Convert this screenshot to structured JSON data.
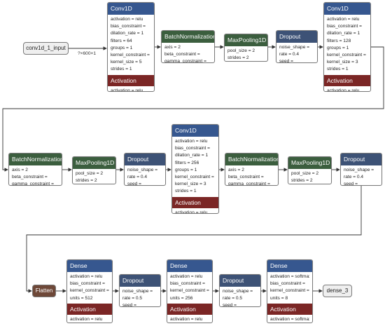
{
  "colors": {
    "conv": "#36578f",
    "dense": "#36578f",
    "dropout": "#3d5276",
    "batchnorm": "#3b5e3e",
    "pool": "#3b5e3e",
    "activation": "#7b2625",
    "flatten": "#6e4838",
    "io_fill": "#efefef",
    "edge": "#333333"
  },
  "input": {
    "label": "conv1d_1_input",
    "shape": "?×600×1"
  },
  "output": {
    "label": "dense_3"
  },
  "flatten": {
    "label": "Flatten"
  },
  "nodes": [
    {
      "id": "conv1",
      "title": "Conv1D",
      "kind": "conv",
      "attrs": [
        "activation = relu",
        "bias_constraint =",
        "dilation_rate = 1",
        "filters = 64",
        "groups = 1",
        "kernel_constraint =",
        "kernel_size = 5",
        "strides = 1"
      ],
      "activation": {
        "title": "Activation",
        "attrs": [
          "activation = relu"
        ]
      }
    },
    {
      "id": "bn1",
      "title": "BatchNormalization",
      "kind": "batchnorm",
      "attrs": [
        "axis = 2",
        "beta_constraint =",
        "gamma_constraint ="
      ]
    },
    {
      "id": "pool1",
      "title": "MaxPooling1D",
      "kind": "pool",
      "attrs": [
        "pool_size = 2",
        "strides = 2"
      ]
    },
    {
      "id": "drop1",
      "title": "Dropout",
      "kind": "dropout",
      "attrs": [
        "noise_shape =",
        "rate = 0.4",
        "seed ="
      ]
    },
    {
      "id": "conv2",
      "title": "Conv1D",
      "kind": "conv",
      "attrs": [
        "activation = relu",
        "bias_constraint =",
        "dilation_rate = 1",
        "filters = 128",
        "groups = 1",
        "kernel_constraint =",
        "kernel_size = 3",
        "strides = 1"
      ],
      "activation": {
        "title": "Activation",
        "attrs": [
          "activation = relu"
        ]
      }
    },
    {
      "id": "bn2",
      "title": "BatchNormalization",
      "kind": "batchnorm",
      "attrs": [
        "axis = 2",
        "beta_constraint =",
        "gamma_constraint ="
      ]
    },
    {
      "id": "pool2",
      "title": "MaxPooling1D",
      "kind": "pool",
      "attrs": [
        "pool_size = 2",
        "strides = 2"
      ]
    },
    {
      "id": "drop2",
      "title": "Dropout",
      "kind": "dropout",
      "attrs": [
        "noise_shape =",
        "rate = 0.4",
        "seed ="
      ]
    },
    {
      "id": "conv3",
      "title": "Conv1D",
      "kind": "conv",
      "attrs": [
        "activation = relu",
        "bias_constraint =",
        "dilation_rate = 1",
        "filters = 256",
        "groups = 1",
        "kernel_constraint =",
        "kernel_size = 3",
        "strides = 1"
      ],
      "activation": {
        "title": "Activation",
        "attrs": [
          "activation = relu"
        ]
      }
    },
    {
      "id": "bn3",
      "title": "BatchNormalization",
      "kind": "batchnorm",
      "attrs": [
        "axis = 2",
        "beta_constraint =",
        "gamma_constraint ="
      ]
    },
    {
      "id": "pool3",
      "title": "MaxPooling1D",
      "kind": "pool",
      "attrs": [
        "pool_size = 2",
        "strides = 2"
      ]
    },
    {
      "id": "drop3",
      "title": "Dropout",
      "kind": "dropout",
      "attrs": [
        "noise_shape =",
        "rate = 0.4",
        "seed ="
      ]
    },
    {
      "id": "dense1",
      "title": "Dense",
      "kind": "dense",
      "attrs": [
        "activation = relu",
        "bias_constraint =",
        "kernel_constraint =",
        "units = 512"
      ],
      "activation": {
        "title": "Activation",
        "attrs": [
          "activation = relu"
        ]
      }
    },
    {
      "id": "drop4",
      "title": "Dropout",
      "kind": "dropout",
      "attrs": [
        "noise_shape =",
        "rate = 0.5",
        "seed ="
      ]
    },
    {
      "id": "dense2",
      "title": "Dense",
      "kind": "dense",
      "attrs": [
        "activation = relu",
        "bias_constraint =",
        "kernel_constraint =",
        "units = 256"
      ],
      "activation": {
        "title": "Activation",
        "attrs": [
          "activation = relu"
        ]
      }
    },
    {
      "id": "drop5",
      "title": "Dropout",
      "kind": "dropout",
      "attrs": [
        "noise_shape =",
        "rate = 0.5",
        "seed ="
      ]
    },
    {
      "id": "dense3",
      "title": "Dense",
      "kind": "dense",
      "attrs": [
        "activation = softmax",
        "bias_constraint =",
        "kernel_constraint =",
        "units = 8"
      ],
      "activation": {
        "title": "Activation",
        "attrs": [
          "activation = softmax"
        ]
      }
    }
  ]
}
